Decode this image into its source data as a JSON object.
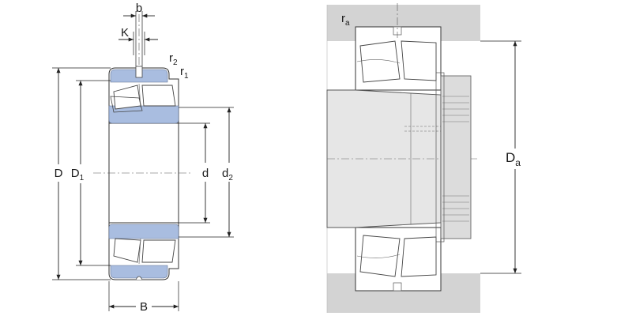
{
  "left_drawing": {
    "labels": {
      "b": "b",
      "K": "K",
      "r2_base": "r",
      "r2_sub": "2",
      "r1_base": "r",
      "r1_sub": "1",
      "D": "D",
      "D1_base": "D",
      "D1_sub": "1",
      "d": "d",
      "d2_base": "d",
      "d2_sub": "2",
      "B": "B"
    }
  },
  "right_drawing": {
    "labels": {
      "ra_base": "r",
      "ra_sub": "a",
      "Da_base": "D",
      "Da_sub": "a"
    }
  },
  "colors": {
    "ring_highlight": "#a9bde0",
    "housing": "#d3d3d3",
    "sleeve": "#e6e6e6"
  }
}
